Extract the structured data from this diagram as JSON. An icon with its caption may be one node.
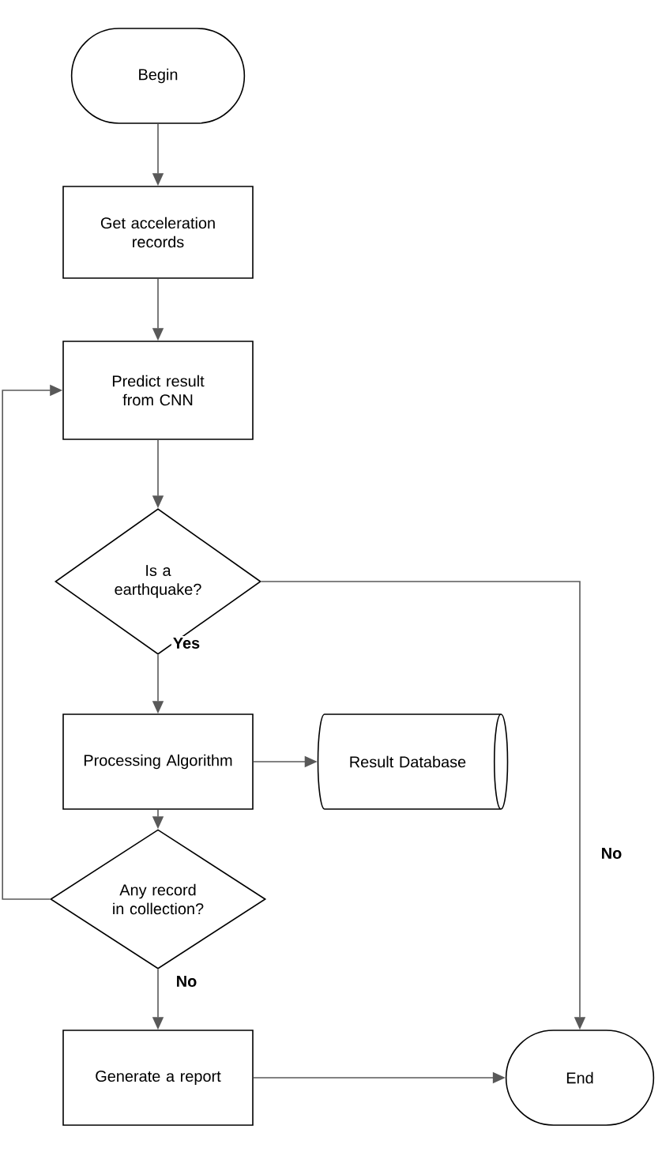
{
  "diagram": {
    "nodes": [
      {
        "text": [
          "Begin"
        ]
      },
      {
        "text": [
          "Get acceleration records"
        ]
      },
      {
        "text": [
          "Predict result from CNN"
        ]
      },
      {
        "text": [
          "Is a earthquake?"
        ]
      },
      {
        "text": [
          "Processing Algorithm"
        ]
      },
      {
        "text": [
          "Result Database"
        ]
      },
      {
        "text": [
          "Any record in collection?"
        ]
      },
      {
        "text": [
          "Generate a report"
        ]
      },
      {
        "text": [
          "End"
        ]
      }
    ],
    "edges": [
      {
        "from": 0,
        "to": 1,
        "arrow": "to"
      },
      {
        "from": 1,
        "to": 2,
        "arrow": "to"
      },
      {
        "from": 2,
        "to": 3,
        "arrow": "to"
      },
      {
        "from": 3,
        "to": 4,
        "arrow": "to",
        "label": "Yes"
      },
      {
        "from": 4,
        "to": 5,
        "arrow": "to"
      },
      {
        "from": 4,
        "to": 6,
        "arrow": "to"
      },
      {
        "from": 6,
        "to": 2,
        "arrow": "to"
      },
      {
        "from": 3,
        "to": 8,
        "arrow": "to",
        "label": "No"
      },
      {
        "from": 6,
        "to": 7,
        "arrow": "to",
        "label": "No"
      },
      {
        "from": 7,
        "to": 8,
        "arrow": "to"
      }
    ]
  }
}
